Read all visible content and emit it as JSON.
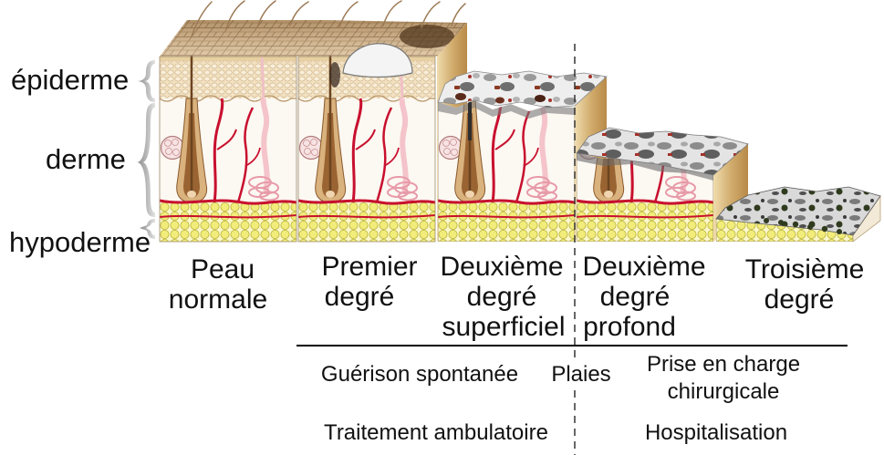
{
  "layers": {
    "epidermis": "épiderme",
    "dermis": "derme",
    "hypodermis": "hypoderme"
  },
  "columns": [
    {
      "lines": [
        "Peau",
        "normale"
      ]
    },
    {
      "lines": [
        "Premier",
        "degré"
      ]
    },
    {
      "lines": [
        "Deuxième",
        "degré",
        "superficiel"
      ]
    },
    {
      "lines": [
        "Deuxième",
        "degré",
        "profond"
      ]
    },
    {
      "lines": [
        "Troisième",
        "degré"
      ]
    }
  ],
  "outcomes": {
    "spontaneous_healing": "Guérison spontanée",
    "wounds": "Plaies",
    "surgical_care": [
      "Prise en charge",
      "chirurgicale"
    ],
    "outpatient": "Traitement ambulatoire",
    "hospitalisation": "Hospitalisation"
  },
  "colors": {
    "epidermis": "#f2e1c0",
    "dermis": "#fcf8f2",
    "hypodermis_fat": "#f2ec7a",
    "blood_vessel": "#c8102e",
    "burned_tissue": "#6e6e6e",
    "block_side": "#d2ad6e",
    "divider": "#000000"
  }
}
